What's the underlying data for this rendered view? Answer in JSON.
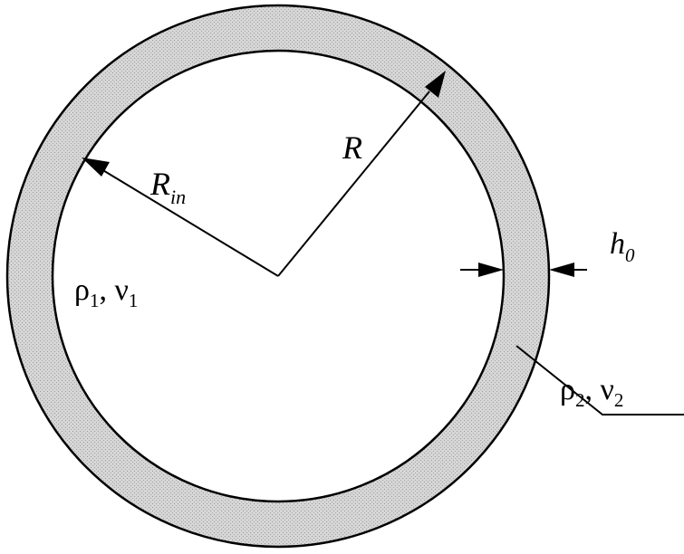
{
  "diagram": {
    "labels": {
      "outer_radius": "R",
      "inner_radius_main": "R",
      "inner_radius_sub": "in",
      "thickness_main": "h",
      "thickness_sub": "0",
      "inner_medium": {
        "rho": "ρ",
        "rho_sub": "1",
        "separator": ", ",
        "nu": "ν",
        "nu_sub": "1"
      },
      "wall_medium": {
        "rho": "ρ",
        "rho_sub": "2",
        "separator": ", ",
        "nu": "ν",
        "nu_sub": "2"
      }
    },
    "colors": {
      "ring_fill": "#d9d9d9",
      "line": "#000000",
      "background": "#ffffff"
    }
  }
}
